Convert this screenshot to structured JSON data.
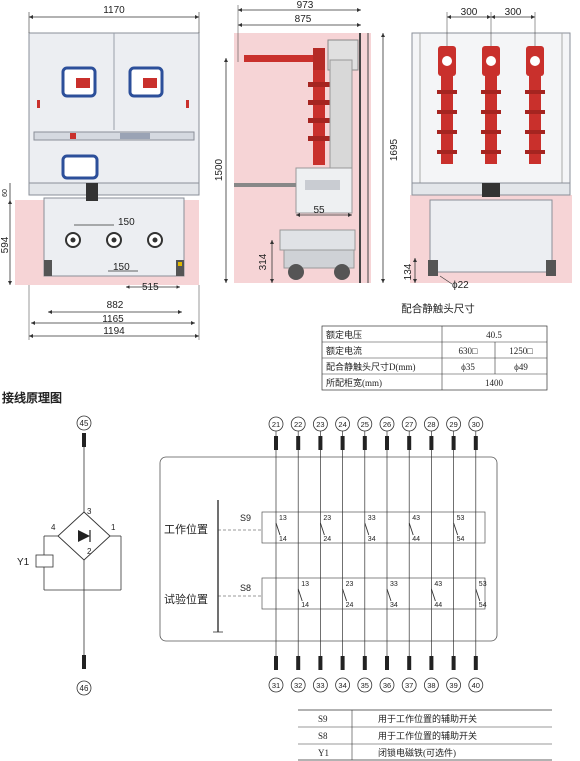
{
  "front_view": {
    "dim_width_total": "1170",
    "dim_60": "60",
    "dim_594": "594",
    "dim_150_upper": "150",
    "dim_150_lower": "150",
    "dim_515": "515",
    "dim_882": "882",
    "dim_1165": "1165",
    "dim_1194": "1194"
  },
  "side_view": {
    "dim_973": "973",
    "dim_875": "875",
    "dim_1500": "1500",
    "dim_1695": "1695",
    "dim_55": "55",
    "dim_314": "314"
  },
  "back_view": {
    "dim_300_a": "300",
    "dim_300_b": "300",
    "dim_134": "134",
    "dim_phi22": "ϕ22"
  },
  "contact_table": {
    "title": "配合静触头尺寸",
    "rows": [
      {
        "label": "额定电压",
        "v1": "40.5",
        "v2": ""
      },
      {
        "label": "额定电流",
        "v1": "630□",
        "v2": "1250□"
      },
      {
        "label": "配合静触头尺寸D(mm)",
        "v1": "ϕ35",
        "v2": "ϕ49"
      },
      {
        "label": "所配柜宽(mm)",
        "v1": "1400",
        "v2": ""
      }
    ]
  },
  "wiring": {
    "heading": "接线原理图",
    "coil_top": "45",
    "coil_bottom": "46",
    "coil_label": "Y1",
    "bridge_pins": [
      "1",
      "2",
      "3",
      "4"
    ],
    "terminals_top": [
      "21",
      "22",
      "23",
      "24",
      "25",
      "26",
      "27",
      "28",
      "29",
      "30"
    ],
    "terminals_bottom": [
      "31",
      "32",
      "33",
      "34",
      "35",
      "36",
      "37",
      "38",
      "39",
      "40"
    ],
    "pos_work": "工作位置",
    "pos_test": "试验位置",
    "switch_s9": "S9",
    "switch_s8": "S8",
    "contacts_upper": [
      "13",
      "23",
      "33",
      "43",
      "53"
    ],
    "contacts_lower": [
      "14",
      "24",
      "34",
      "44",
      "54"
    ]
  },
  "legend": [
    {
      "code": "S9",
      "desc": "用于工作位置的辅助开关"
    },
    {
      "code": "S8",
      "desc": "用于工作位置的辅助开关"
    },
    {
      "code": "Y1",
      "desc": "闭锁电磁铁(可选件)"
    }
  ]
}
